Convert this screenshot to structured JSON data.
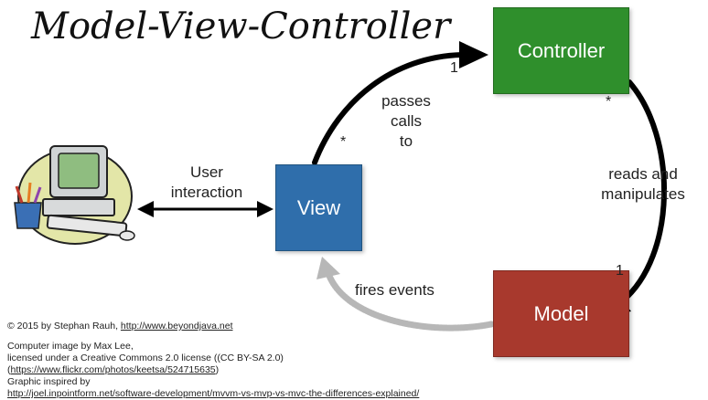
{
  "title": "Model-View-Controller",
  "boxes": {
    "controller": "Controller",
    "view": "View",
    "model": "Model"
  },
  "labels": {
    "passes_calls_to": [
      "passes",
      "calls",
      "to"
    ],
    "reads_and_manipulates": [
      "reads and",
      "manipulates"
    ],
    "fires_events": "fires events",
    "user_interaction": [
      "User",
      "interaction"
    ]
  },
  "multiplicities": {
    "view_to_controller_start": "*",
    "view_to_controller_end": "1",
    "controller_to_model_start": "*",
    "controller_to_model_end": "1"
  },
  "credits": {
    "line1_text": "© 2015 by Stephan Rauh, ",
    "line1_link": "http://www.beyondjava.net",
    "line2": "Computer image by Max Lee,",
    "line3": "licensed under a Creative Commons 2.0 license ((CC BY-SA 2.0)",
    "line4_prefix": "(",
    "line4_link": "https://www.flickr.com/photos/keetsa/524715635",
    "line4_suffix": ")",
    "line5": "Graphic inspired by",
    "line6_link": "http://joel.inpointform.net/software-development/mvvm-vs-mvp-vs-mvc-the-differences-explained/"
  },
  "colors": {
    "controller": "#2f8f2c",
    "view": "#2f6eab",
    "model": "#a8392d",
    "arrow_dark": "#000000",
    "arrow_light": "#bdbdbd"
  },
  "icons": [
    "computer-clipart-icon"
  ]
}
